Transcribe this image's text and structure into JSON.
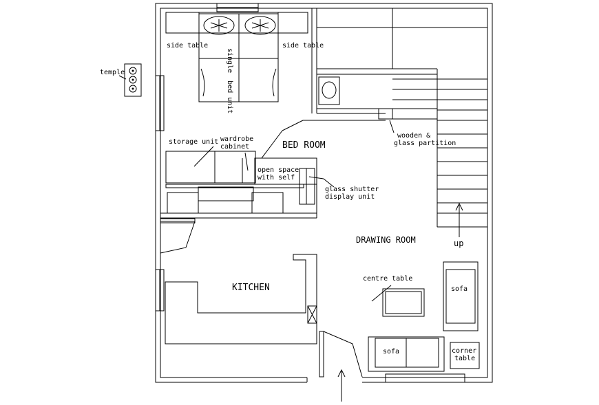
{
  "labels": {
    "temple": "temple",
    "side_table_left": "side table",
    "side_table_right": "side table",
    "bed_line1": "single",
    "bed_line2": "bed unit",
    "storage_unit": "storage unit",
    "wardrobe_line1": "wardrobe",
    "wardrobe_line2": "cabinet",
    "bed_room": "BED ROOM",
    "open_space_line1": "open space",
    "open_space_line2": "with self",
    "glass_shutter_line1": "glass shutter",
    "glass_shutter_line2": "display unit",
    "wooden_line1": "wooden &",
    "wooden_line2": "glass partition",
    "drawing_room": "DRAWING ROOM",
    "up": "up",
    "centre_table": "centre table",
    "sofa_right": "sofa",
    "kitchen": "KITCHEN",
    "sofa_bottom": "sofa",
    "corner_line1": "corner",
    "corner_line2": "table"
  }
}
